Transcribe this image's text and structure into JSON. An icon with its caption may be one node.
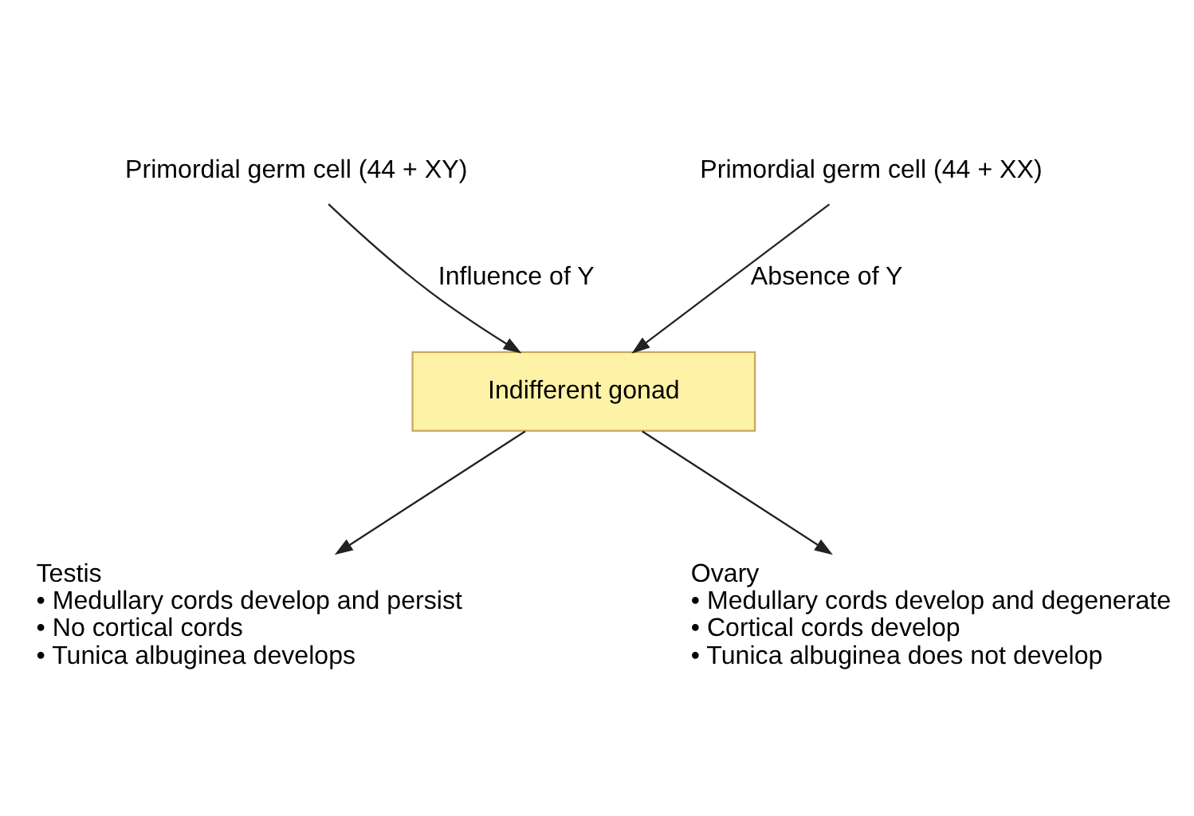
{
  "diagram": {
    "nodes": [
      {
        "text": [
          "Primordial germ cell (44 + XY)"
        ]
      },
      {
        "text": [
          "Primordial germ cell (44 + XX)"
        ]
      },
      {
        "text": [
          "Indifferent gonad"
        ]
      },
      {
        "text": [
          "Testis",
          "• Medullary cords develop and persist",
          "• No cortical cords",
          "• Tunica albuginea develops"
        ]
      },
      {
        "text": [
          "Ovary",
          "• Medullary cords develop and degenerate",
          "• Cortical cords develop",
          "• Tunica albuginea does not develop"
        ]
      }
    ],
    "edges": [
      {
        "from": 0,
        "to": 2,
        "arrow": "to",
        "label": "Influence of Y"
      },
      {
        "from": 1,
        "to": 2,
        "arrow": "to",
        "label": "Absence of Y"
      },
      {
        "from": 2,
        "to": 3,
        "arrow": "to"
      },
      {
        "from": 2,
        "to": 4,
        "arrow": "to"
      }
    ]
  }
}
